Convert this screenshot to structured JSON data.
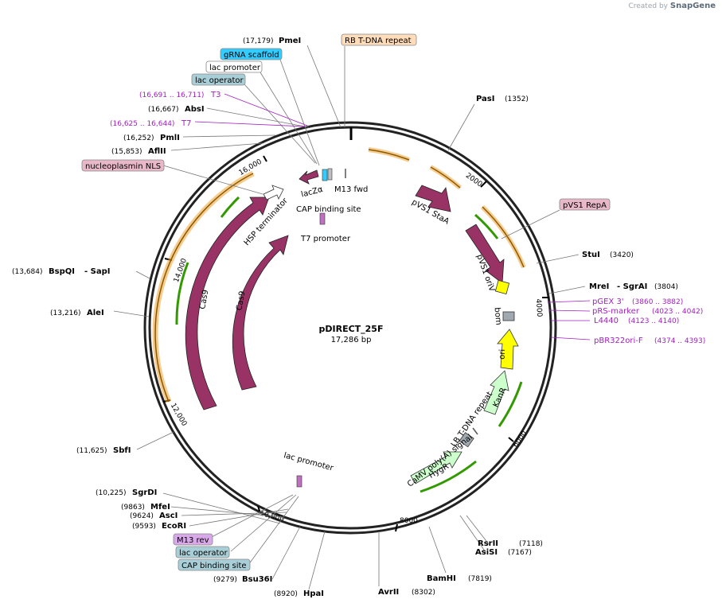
{
  "credit": {
    "created_by": "Created by",
    "brand": "SnapGene"
  },
  "plasmid": {
    "name": "pDIRECT_25F",
    "length_label": "17,286 bp",
    "length": 17286
  },
  "colors": {
    "cas9": "#993366",
    "gene": "#993366",
    "hyg": "#ccffcc",
    "ori": "#ffff00",
    "scaffold": "#33ccff",
    "repeat": "#ffddbb",
    "orange": "#f0a030",
    "green": "#339900",
    "primer": "#a020c0"
  },
  "ticks": [
    "2000",
    "4000",
    "6000",
    "8000",
    "10,000",
    "12,000",
    "14,000",
    "16,000"
  ],
  "enzymes": [
    {
      "name": "PmeI",
      "pos": "(17,179)"
    },
    {
      "name": "AbsI",
      "pos": "(16,667)"
    },
    {
      "name": "PmlI",
      "pos": "(16,252)"
    },
    {
      "name": "AflII",
      "pos": "(15,853)"
    },
    {
      "name": "PasI",
      "pos": "(1352)"
    },
    {
      "name": "StuI",
      "pos": "(3420)"
    },
    {
      "name": "MreI",
      "pos": "(3804)",
      "extra": "- SgrAI"
    },
    {
      "name": "BspQI",
      "pos": "(13,684)",
      "extra": "- SapI"
    },
    {
      "name": "AleI",
      "pos": "(13,216)"
    },
    {
      "name": "SbfI",
      "pos": "(11,625)"
    },
    {
      "name": "SgrDI",
      "pos": "(10,225)"
    },
    {
      "name": "MfeI",
      "pos": "(9863)"
    },
    {
      "name": "AscI",
      "pos": "(9624)"
    },
    {
      "name": "EcoRI",
      "pos": "(9593)"
    },
    {
      "name": "Bsu36I",
      "pos": "(9279)"
    },
    {
      "name": "HpaI",
      "pos": "(8920)"
    },
    {
      "name": "AvrII",
      "pos": "(8302)"
    },
    {
      "name": "BamHI",
      "pos": "(7819)"
    },
    {
      "name": "RsrII",
      "pos": "(7118)"
    },
    {
      "name": "AsiSI",
      "pos": "(7167)"
    }
  ],
  "primers": [
    {
      "name": "T3",
      "pos": "(16,691 .. 16,711)"
    },
    {
      "name": "T7",
      "pos": "(16,625 .. 16,644)"
    },
    {
      "name": "pGEX 3'",
      "pos": "(3860 .. 3882)"
    },
    {
      "name": "pRS-marker",
      "pos": "(4023 .. 4042)"
    },
    {
      "name": "L4440",
      "pos": "(4123 .. 4140)"
    },
    {
      "name": "pBR322ori-F",
      "pos": "(4374 .. 4393)"
    }
  ],
  "boxed": {
    "rb_repeat": "RB T-DNA repeat",
    "grna": "gRNA scaffold",
    "lac_promoter_top": "lac promoter",
    "lac_operator_top": "lac operator",
    "nls": "nucleoplasmin NLS",
    "repa": "pVS1 RepA",
    "m13rev": "M13 rev",
    "lac_operator_bottom": "lac operator",
    "cap_bottom": "CAP binding site"
  },
  "inner_labels": {
    "lacz": "lacZα",
    "m13fwd": "M13 fwd",
    "cap": "CAP binding site",
    "t7prom": "T7 promoter",
    "hsp": "HSP terminator",
    "cas9_a": "Cas9",
    "cas9_b": "Cas9",
    "sta": "pVS1 StaA",
    "oriv": "pVS1 oriV",
    "bom": "bom",
    "ori": "ori",
    "kanr": "KanR",
    "lb": "LB T-DNA repeat",
    "camv": "CaMV poly(A) signal",
    "hygr": "HygR",
    "lac_prom_bottom": "lac promoter"
  }
}
